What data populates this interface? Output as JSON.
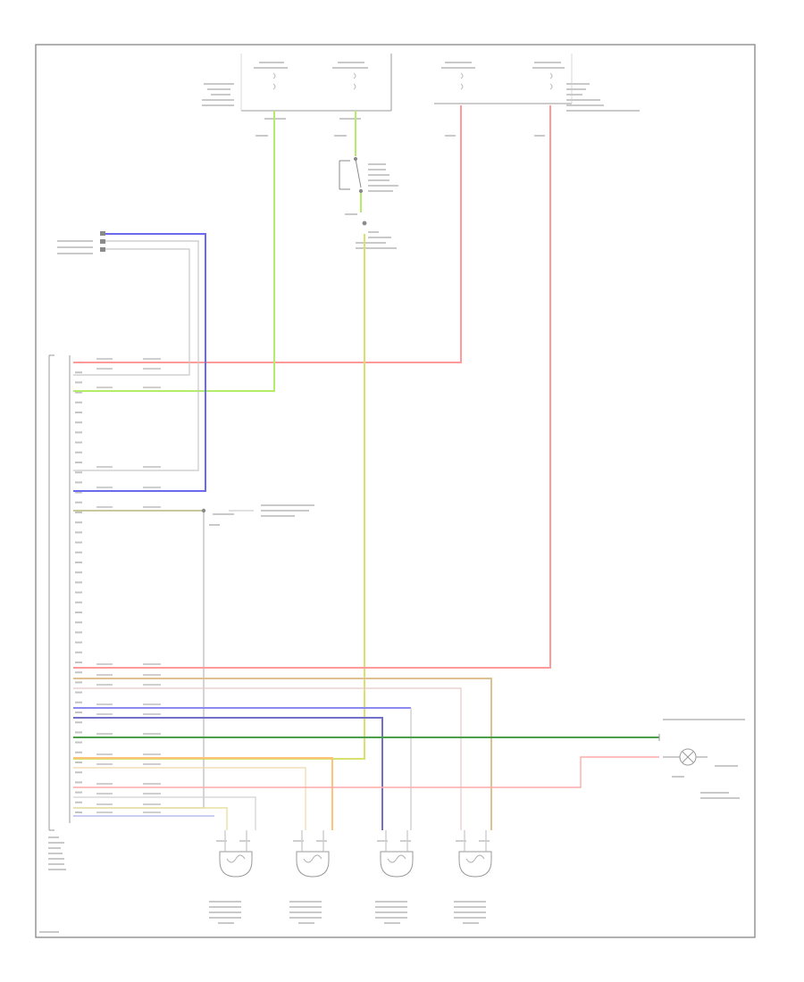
{
  "diagram": {
    "page_label": "",
    "fuse_boxes": [
      {
        "id": "fb1",
        "label": "",
        "fuses": [
          "",
          ""
        ]
      },
      {
        "id": "fb2",
        "label": "",
        "fuses": [
          "",
          ""
        ]
      },
      {
        "id": "fb3",
        "label": "",
        "fuses": [
          "",
          ""
        ]
      },
      {
        "id": "fb4",
        "label": "",
        "fuses": [
          "",
          ""
        ]
      }
    ],
    "module_label": "",
    "cluster_label": "",
    "sensors": [
      {
        "id": "s1",
        "label": ""
      },
      {
        "id": "s2",
        "label": ""
      },
      {
        "id": "s3",
        "label": ""
      },
      {
        "id": "s4",
        "label": ""
      }
    ],
    "wire_colors": {
      "red": "#ff9a9a",
      "green": "#a8e05a",
      "blue": "#6a6aee",
      "dark_green": "#4aa04a",
      "orange": "#ffc47a",
      "tan": "#e0c090",
      "gray": "#bdbdbd",
      "yellow_green": "#d8e070",
      "purple_blue": "#7070c8"
    }
  }
}
